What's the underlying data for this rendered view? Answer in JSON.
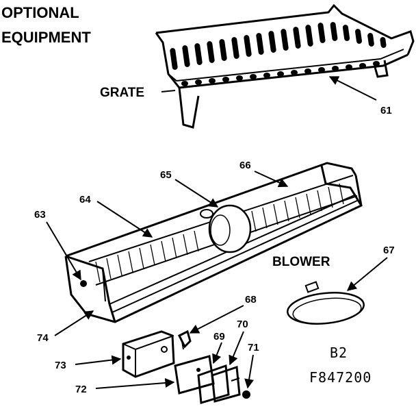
{
  "header": {
    "line1": "OPTIONAL",
    "line2": "EQUIPMENT"
  },
  "labels": {
    "grate": "GRATE",
    "blower": "BLOWER"
  },
  "parts": {
    "p61": "61",
    "p63": "63",
    "p64": "64",
    "p65": "65",
    "p66": "66",
    "p67": "67",
    "p68": "68",
    "p69": "69",
    "p70": "70",
    "p71": "71",
    "p72": "72",
    "p73": "73",
    "p74": "74"
  },
  "code": {
    "line1": "B2",
    "line2": "F847200"
  }
}
